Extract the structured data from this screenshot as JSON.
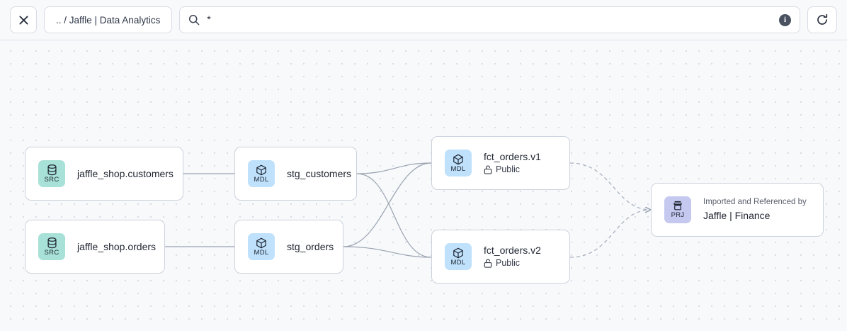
{
  "toolbar": {
    "close_label": "×",
    "close_icon": "close-icon",
    "breadcrumb": ".. / Jaffle | Data Analytics",
    "search": {
      "icon": "search-icon",
      "value": "*",
      "placeholder": "Search",
      "info_icon": "info-icon",
      "info_label": "i"
    },
    "refresh_icon": "refresh-icon"
  },
  "colors": {
    "canvas_bg": "#f7f9fb",
    "grid_dot": "#d3d9e2",
    "node_border": "#ccd2dc",
    "edge": "#9aa3b0",
    "badge_src": "#a8e1d7",
    "badge_mdl": "#bfe1fb",
    "badge_prj": "#c5c9f0"
  },
  "graph": {
    "nodes": [
      {
        "id": "jaffle_shop_customers",
        "kind": "SRC",
        "icon": "database-icon",
        "title": "jaffle_shop.customers"
      },
      {
        "id": "jaffle_shop_orders",
        "kind": "SRC",
        "icon": "database-icon",
        "title": "jaffle_shop.orders"
      },
      {
        "id": "stg_customers",
        "kind": "MDL",
        "icon": "cube-icon",
        "title": "stg_customers"
      },
      {
        "id": "stg_orders",
        "kind": "MDL",
        "icon": "cube-icon",
        "title": "stg_orders"
      },
      {
        "id": "fct_orders_v1",
        "kind": "MDL",
        "icon": "cube-icon",
        "title": "fct_orders.v1",
        "access": "Public",
        "access_icon": "unlock-icon"
      },
      {
        "id": "fct_orders_v2",
        "kind": "MDL",
        "icon": "cube-icon",
        "title": "fct_orders.v2",
        "access": "Public",
        "access_icon": "unlock-icon"
      },
      {
        "id": "jaffle_finance",
        "kind": "PRJ",
        "icon": "project-icon",
        "eyebrow": "Imported and Referenced by",
        "title": "Jaffle | Finance"
      }
    ]
  }
}
